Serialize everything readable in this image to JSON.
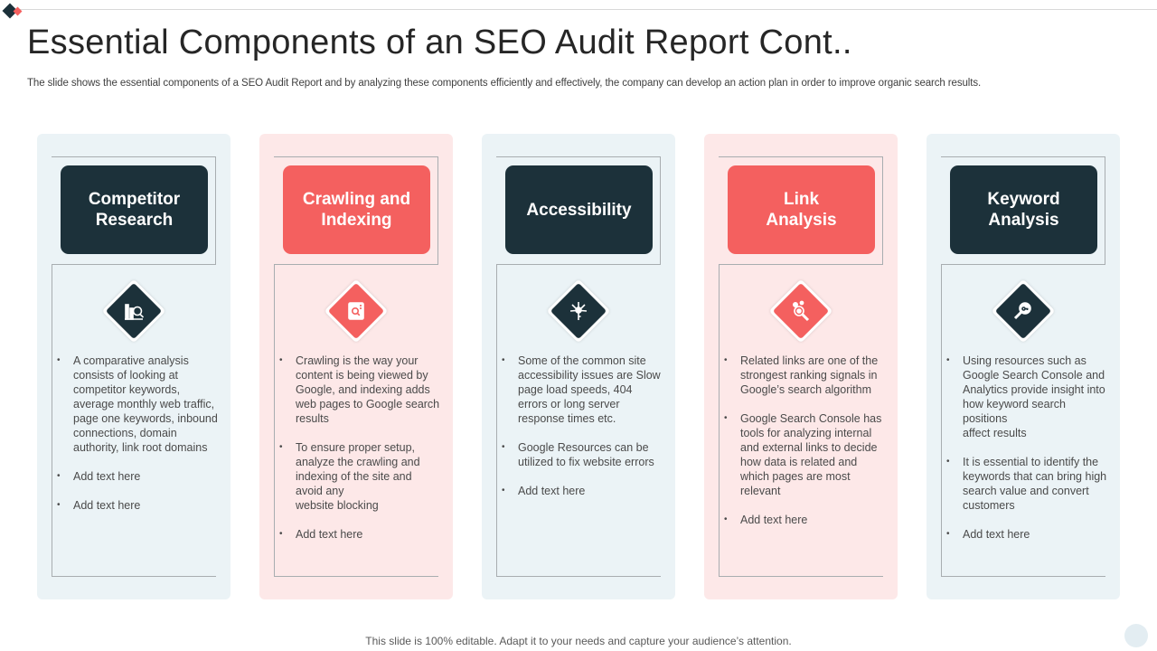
{
  "slide": {
    "title": "Essential Components of an SEO Audit Report Cont..",
    "subtitle": "The slide shows the essential components of a SEO Audit Report and by analyzing these components efficiently and effectively,  the company can develop an action plan in order to improve organic search results.",
    "footer": "This slide is 100% editable. Adapt it to your needs and capture your audience’s attention."
  },
  "colors": {
    "dark": "#1c313a",
    "coral": "#f4605f",
    "card_dark_bg": "#ebf3f6",
    "card_coral_bg": "#fde8e8"
  },
  "cards": [
    {
      "title": "Competitor\nResearch",
      "icon": "bar-chart-search-icon",
      "bullets": [
        "A comparative analysis consists of looking at competitor keywords, average monthly web traffic, page one keywords, inbound connections, domain authority, link root domains",
        "Add text here",
        "Add text here"
      ]
    },
    {
      "title": "Crawling and\nIndexing",
      "icon": "document-search-icon",
      "bullets": [
        "Crawling is the way your content is being viewed by Google, and indexing adds web pages to Google search results",
        "To ensure proper setup, analyze the crawling and indexing of the site and avoid any\nwebsite blocking",
        "Add text here"
      ]
    },
    {
      "title": "Accessibility",
      "icon": "key-access-icon",
      "bullets": [
        "Some of the common site accessibility issues are Slow page load speeds, 404 errors or long server response times etc.",
        "Google Resources can be utilized to fix website errors",
        "Add text here"
      ]
    },
    {
      "title": "Link\nAnalysis",
      "icon": "link-magnifier-icon",
      "bullets": [
        "Related links are one of the strongest ranking signals in Google’s search algorithm",
        "Google Search Console has tools for analyzing internal and external links to decide how data is related and which pages are most relevant",
        "Add text here"
      ]
    },
    {
      "title": "Keyword\nAnalysis",
      "icon": "keyword-magnifier-icon",
      "bullets": [
        "Using resources such as Google Search Console and Analytics provide insight into how keyword search positions\naffect results",
        "It is essential to identify the keywords that can bring high search value and convert customers",
        "Add text here"
      ]
    }
  ]
}
